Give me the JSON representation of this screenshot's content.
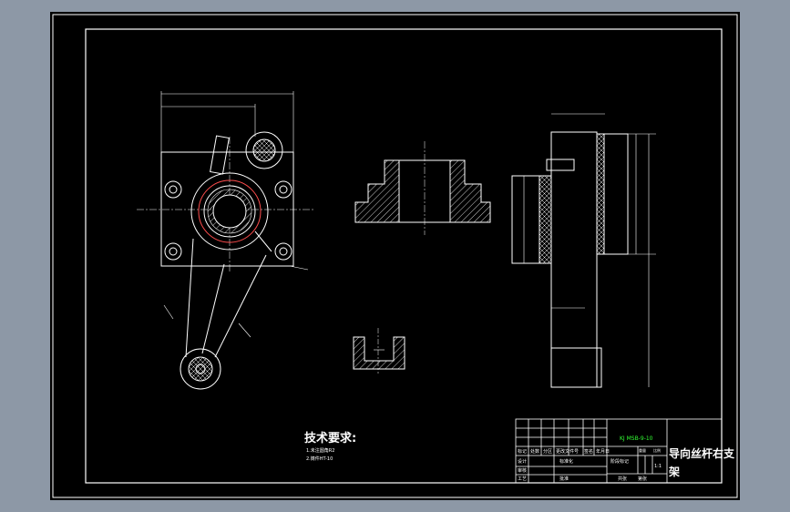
{
  "colors": {
    "background": "#8d98a6",
    "sheet": "#000000",
    "line": "#ffffff",
    "highlight": "#ff4d4d",
    "accent_green": "#33ff33"
  },
  "notes": {
    "title": "技术要求:",
    "items": [
      "1.未注圆角R2",
      "2.铸件HT-10"
    ]
  },
  "title_block": {
    "drawing_number": "KJ MSB-9-10",
    "part_name_line1": "导向丝杆右支",
    "part_name_line2": "架",
    "row_labels": [
      "标记",
      "处数",
      "分区",
      "更改文件号",
      "签名",
      "年月日"
    ],
    "design_label": "设计",
    "standardization_label": "标准化",
    "process_label": "工艺",
    "approve_label": "批准",
    "check_label": "审核",
    "stage_label": "阶段标记",
    "weight_label": "重量",
    "scale_label": "比例",
    "scale_value": "1:1",
    "sheet_label": "共张",
    "sheet_of_label": "第张"
  }
}
